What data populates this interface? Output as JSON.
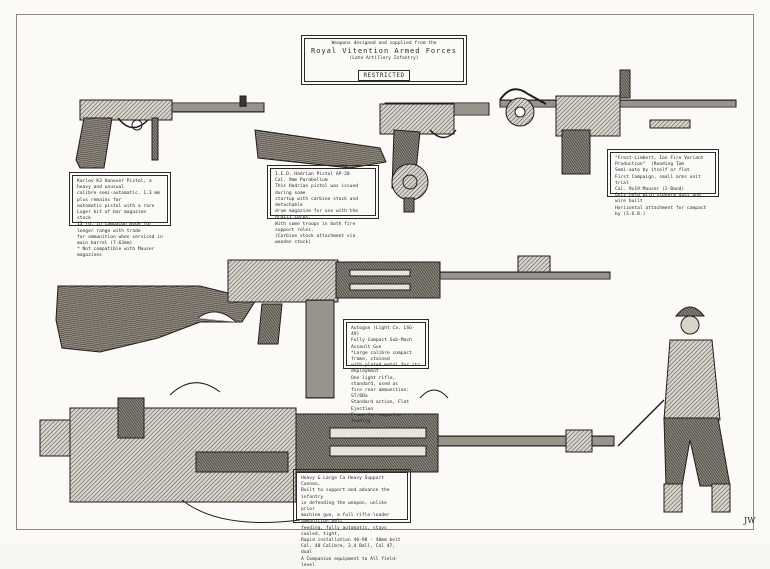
{
  "title_box": {
    "line1": "Weapons designed and supplied from the",
    "line2": "Royal Vitention Armed Forces",
    "line3": "(Late Artillery Infantry)",
    "stamp": "RESTRICTED"
  },
  "notes": {
    "pistol_luger": "Karlov K3 Hanover Pistol, a heavy and unusual\ncalibre semi-automatic. 1.3 mm plus remains for\nautomatic pistol with a rare Luger kit of bar magazine\nstock\n13 rd, in campaign mode for longer range with trade\nfor ammunition when serviced in main barrel (7.63mm)\n* Not compatible with Mauser magazines",
    "drum_pistol": "I.E.D. Hadrian Pistol AP-20\nCal. 9mm Parabellum\nThis Hadrian pistol was issued during some\nstartup with carbine stock and detachable\ndrum magazine for use with the Arditi corps.\nWith some troops in both fire support roles.\n(Carbine stock attachment via wooden stock)",
    "mauser_prototype": "\"Frost-Limbert, Ion Fire Variant Production\"  (Reading Tom\nSemi-auto by itself or flat\nFirst Campaign, small arms unit trial\nCal. 9x19 Mauser (2-Band)\nOnly held with sidearm dust and wire built\nHorizontal attachment for compact by (S.O.B.)",
    "smg": "Autogun (Light Ca. LSG-49)\nFully Compact Sub-Mach Assault Gun\n*Large calibre compact frame, stained\nwith plated metal for its deployment\nOne light rifle, standard, used as\nfire rear ammunition: ST/8Da\nStandard action, Flat Ejection\nFrame for magazine feeding",
    "heavy_mg": "Heavy & Large Ca Heavy Support Cannon,\nBuilt to support and advance the infantry\nin defending the weapon, unlike prior\nmachine gun, a full rifle-loader ammunition belt\nfeeding, fully automatic, stays cooled, tight,\nRapid installation 40-98 - 40mm belt\nCal. 40 Calibre, 3.4 Ball, Cal 47, dual\nA Companion equipment to All field-level"
  },
  "signature": "JW"
}
